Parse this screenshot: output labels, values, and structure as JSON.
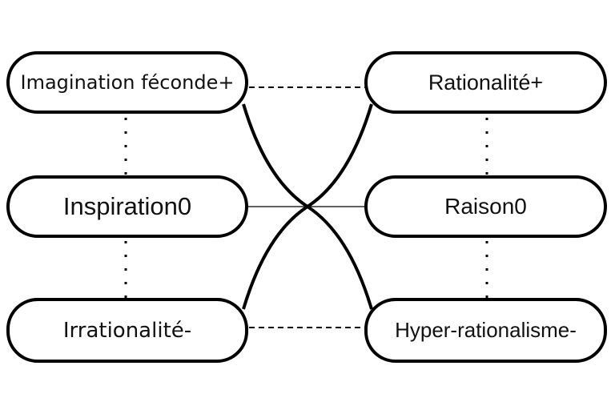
{
  "diagram": {
    "title": "",
    "nodes": [
      {
        "id": "imagination",
        "label": "Imagination féconde+",
        "column": "left",
        "row": "top",
        "polarity": "+"
      },
      {
        "id": "rationalite",
        "label": "Rationalité+",
        "column": "right",
        "row": "top",
        "polarity": "+"
      },
      {
        "id": "inspiration",
        "label": "Inspiration0",
        "column": "left",
        "row": "middle",
        "polarity": "0"
      },
      {
        "id": "raison",
        "label": "Raison0",
        "column": "right",
        "row": "middle",
        "polarity": "0"
      },
      {
        "id": "irrationalite",
        "label": "Irrationalité-",
        "column": "left",
        "row": "bottom",
        "polarity": "-"
      },
      {
        "id": "hyper",
        "label": "Hyper-rationalisme-",
        "column": "right",
        "row": "bottom",
        "polarity": "-"
      }
    ],
    "edges": [
      {
        "from": "imagination",
        "to": "rationalite",
        "style": "dashed"
      },
      {
        "from": "irrationalite",
        "to": "hyper",
        "style": "dashed"
      },
      {
        "from": "inspiration",
        "to": "raison",
        "style": "thin-solid"
      },
      {
        "from": "imagination",
        "to": "inspiration",
        "style": "dotted"
      },
      {
        "from": "inspiration",
        "to": "irrationalite",
        "style": "dotted"
      },
      {
        "from": "rationalite",
        "to": "raison",
        "style": "dotted"
      },
      {
        "from": "raison",
        "to": "hyper",
        "style": "dotted"
      },
      {
        "from": "imagination",
        "to": "hyper",
        "style": "thick-curve"
      },
      {
        "from": "rationalite",
        "to": "irrationalite",
        "style": "thick-curve"
      }
    ],
    "colors": {
      "background": "#ffffff",
      "node_fill": "#ffffff",
      "node_border": "#000000",
      "edge_stroke": "#000000",
      "text": "#111111"
    }
  }
}
